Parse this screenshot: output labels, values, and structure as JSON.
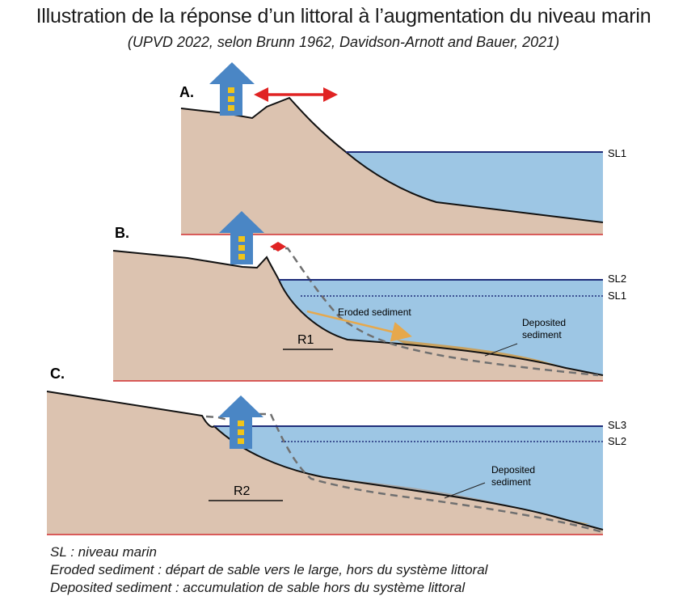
{
  "title": "Illustration de la réponse d’un littoral à l’augmentation du niveau marin",
  "subtitle": "(UPVD 2022, selon Brunn 1962, Davidson-Arnott and Bauer, 2021)",
  "panels": {
    "a": {
      "letter": "A.",
      "sea_level": "SL1"
    },
    "b": {
      "letter": "B.",
      "sea_level_new": "SL2",
      "sea_level_old": "SL1",
      "eroded": "Eroded sediment",
      "deposited_1": "Deposited",
      "deposited_2": "sediment",
      "retreat": "R1"
    },
    "c": {
      "letter": "C.",
      "sea_level_new": "SL3",
      "sea_level_old": "SL2",
      "deposited_1": "Deposited",
      "deposited_2": "sediment",
      "retreat": "R2"
    }
  },
  "legend": [
    "SL : niveau marin",
    "Eroded sediment : départ de sable vers le large, hors du système littoral",
    "Deposited sediment : accumulation de sable hors du système littoral"
  ],
  "colors": {
    "land": "#dcc3b0",
    "sea": "#9dc6e4",
    "sea_line": "#1f2d7a",
    "arrow_red": "#e02323",
    "house": "#4a86c5",
    "window": "#f0c419",
    "deposit": "#c8a15f",
    "deposit_grey": "#a6a6a6"
  }
}
